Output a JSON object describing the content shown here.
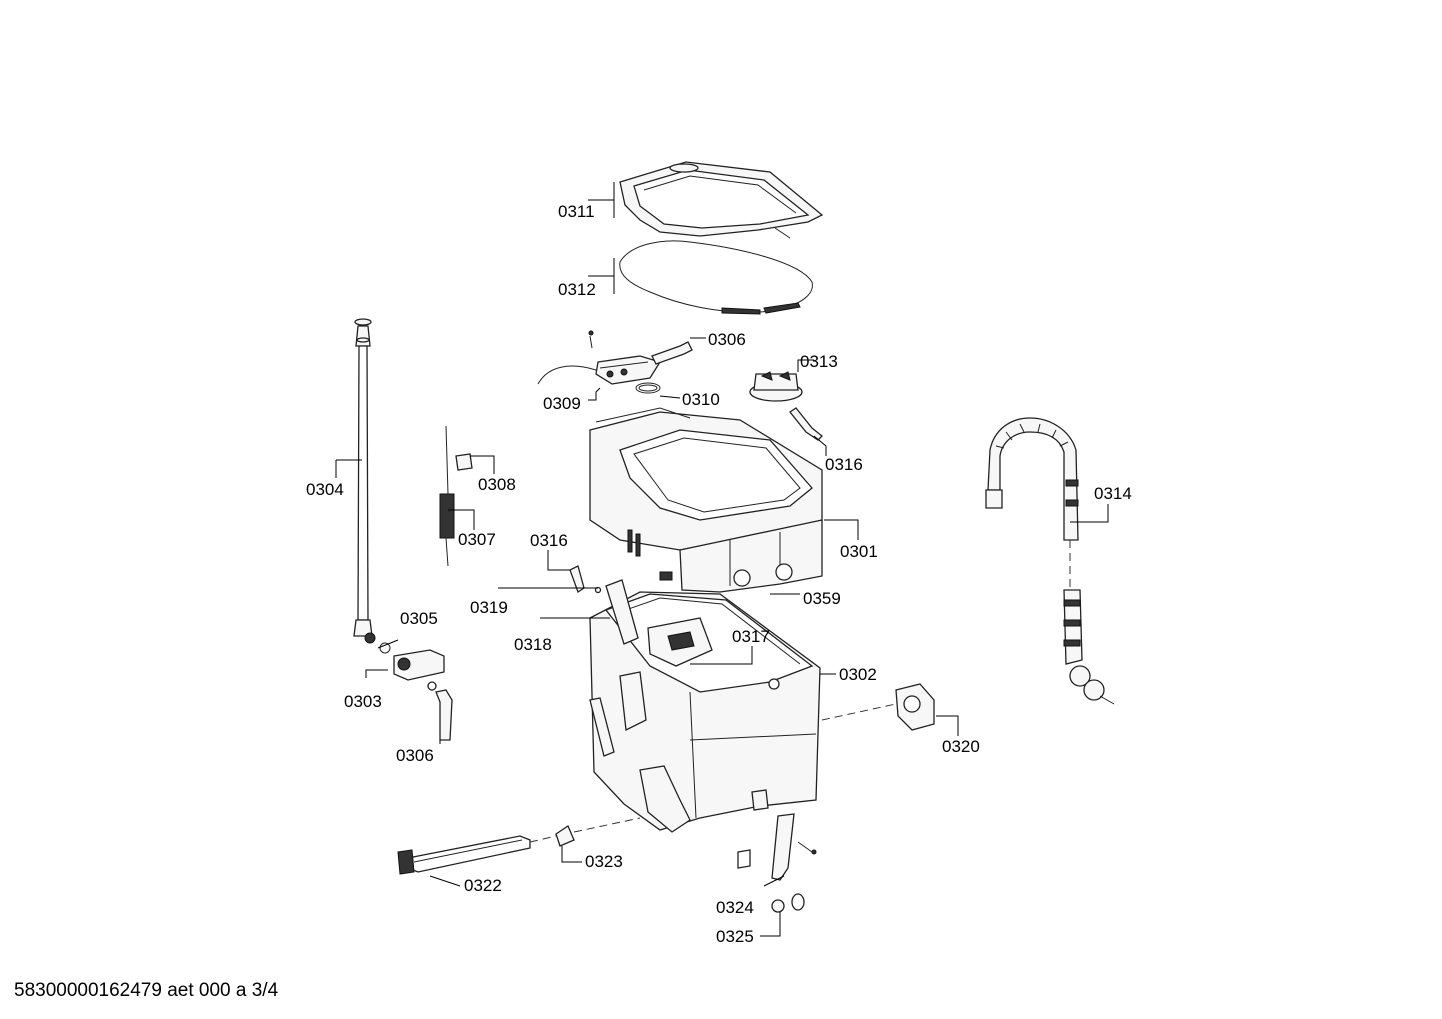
{
  "footer": {
    "document_id": "58300000162479 aet 000 a 3/4"
  },
  "callouts": {
    "c0311": "0311",
    "c0312": "0312",
    "c0306a": "0306",
    "c0313": "0313",
    "c0309": "0309",
    "c0310": "0310",
    "c0316a": "0316",
    "c0314": "0314",
    "c0304": "0304",
    "c0308": "0308",
    "c0307": "0307",
    "c0301": "0301",
    "c0316b": "0316",
    "c0319": "0319",
    "c0359": "0359",
    "c0305": "0305",
    "c0318": "0318",
    "c0317": "0317",
    "c0302": "0302",
    "c0303": "0303",
    "c0320": "0320",
    "c0306b": "0306",
    "c0323": "0323",
    "c0322": "0322",
    "c0324": "0324",
    "c0325": "0325"
  }
}
